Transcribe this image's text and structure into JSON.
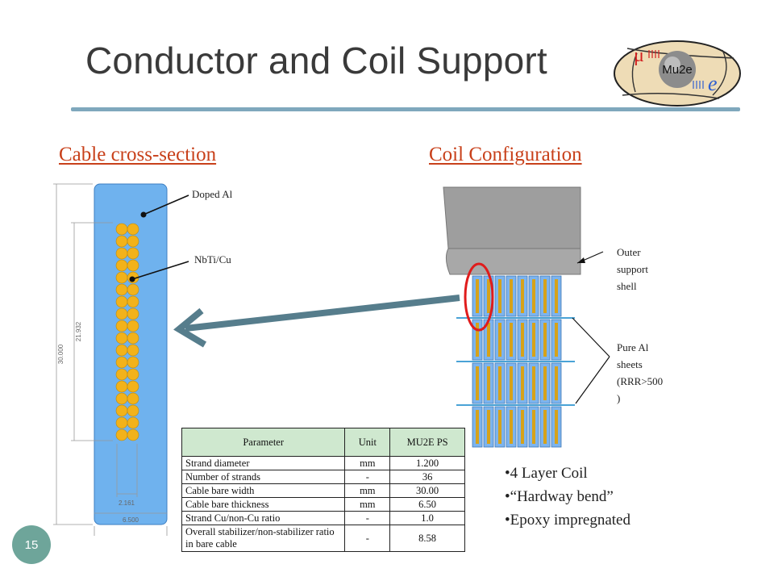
{
  "slide": {
    "title": "Conductor and Coil Support",
    "page_number": "15",
    "logo_text": "Mu2e",
    "logo_mu": "μ",
    "logo_e": "e"
  },
  "left_panel": {
    "heading": "Cable cross-section",
    "label_doped": "Doped Al",
    "label_nbti": "NbTi/Cu",
    "dim_height_outer": "30.000",
    "dim_height_inner": "21.932",
    "dim_width_inner": "2.161",
    "dim_width_outer": "6.500"
  },
  "right_panel": {
    "heading": "Coil Configuration",
    "label_outer": [
      "Outer",
      "support",
      "shell"
    ],
    "label_sheets": [
      "Pure Al",
      "sheets",
      "(RRR>500",
      ")"
    ]
  },
  "table": {
    "headers": [
      "Parameter",
      "Unit",
      "MU2E PS"
    ],
    "rows": [
      [
        "Strand diameter",
        "mm",
        "1.200"
      ],
      [
        "Number of strands",
        "-",
        "36"
      ],
      [
        "Cable bare width",
        "mm",
        "30.00"
      ],
      [
        "Cable bare thickness",
        "mm",
        "6.50"
      ],
      [
        "Strand Cu/non-Cu ratio",
        "-",
        "1.0"
      ],
      [
        "Overall stabilizer/non-stabilizer ratio in bare cable",
        "-",
        "8.58"
      ]
    ]
  },
  "bullets": [
    "4 Layer Coil",
    "“Hardway bend”",
    "Epoxy impregnated"
  ],
  "colors": {
    "heading": "#c8401a",
    "title": "#3a3a3a",
    "rule": "#7fa8bd",
    "cable_blue": "#6fb2ee",
    "strand_gold": "#f2b21a",
    "arrow": "#567d8c",
    "table_header": "#cfe8cf",
    "page_badge": "#6ea59a"
  }
}
